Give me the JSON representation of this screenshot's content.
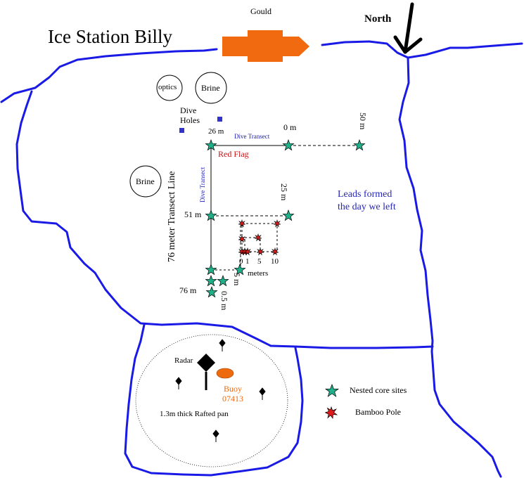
{
  "title": "Ice Station Billy",
  "gould_label": "Gould",
  "north_label": "North",
  "circles": {
    "optics": "optics",
    "brine_top": "Brine",
    "brine_left": "Brine"
  },
  "dive_holes_label": "Dive\nHoles",
  "transect": {
    "main_label": "76  meter Transect Line",
    "dive_transect_h": "Dive Transect",
    "dive_transect_v": "Dive Transect",
    "red_flag": "Red Flag",
    "m26": "26  m",
    "m0": "0  m",
    "m50": "50  m",
    "m25": "25  m",
    "m51": "51  m",
    "m76": "76  m",
    "m05": "0.5  m",
    "m5": "5 m",
    "meters": "meters",
    "grid_ticks": [
      "0",
      "1",
      "5",
      "10"
    ]
  },
  "leads_label": "Leads formed\nthe day we left",
  "pan": {
    "radar": "Radar",
    "buoy_name": "Buoy",
    "buoy_id": "07413",
    "pan_label": "1.3m thick Rafted pan"
  },
  "legend": {
    "nested_core": "Nested core sites",
    "bamboo": "Bamboo Pole"
  },
  "colors": {
    "lead_line": "#1a1ae6",
    "star_fill": "#1fb08a",
    "bamboo_fill": "#e01b1b",
    "arrow_orange": "#f26a0f",
    "buoy_orange": "#ee6a0e",
    "text_blue": "#2727b5",
    "flag_red": "#cc1111"
  },
  "icons": {
    "core_site": "star-icon",
    "bamboo_pole": "bamboo-pole-icon",
    "north_arrow": "arrow-down-icon",
    "gould_arrow": "ship-arrow-icon",
    "radar": "diamond-icon",
    "buoy": "ellipse-icon"
  }
}
